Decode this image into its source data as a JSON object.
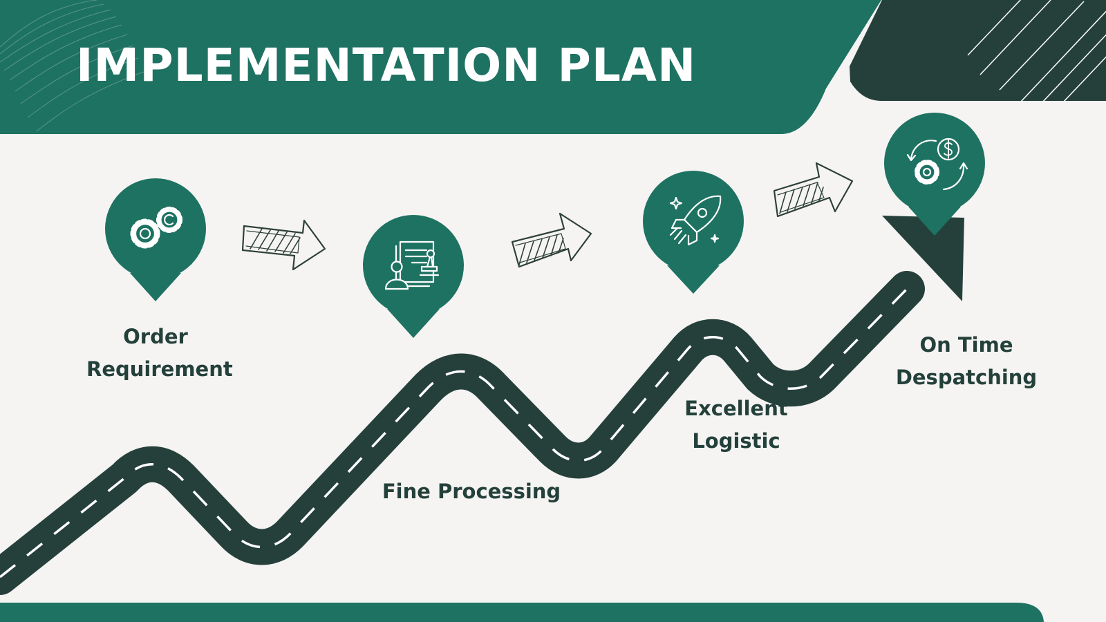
{
  "title": "IMPLEMENTATION PLAN",
  "colors": {
    "primary": "#1e7262",
    "dark": "#25403b",
    "background": "#f5f4f2",
    "text": "#24403a"
  },
  "steps": [
    {
      "label_lines": [
        "Order",
        "Requirement"
      ],
      "icon": "gears-icon"
    },
    {
      "label_lines": [
        "Fine Processing"
      ],
      "icon": "document-stamp-icon"
    },
    {
      "label_lines": [
        "Excellent",
        "Logistic"
      ],
      "icon": "rocket-icon"
    },
    {
      "label_lines": [
        "On Time",
        "Despatching"
      ],
      "icon": "gear-dollar-cycle-icon"
    }
  ]
}
